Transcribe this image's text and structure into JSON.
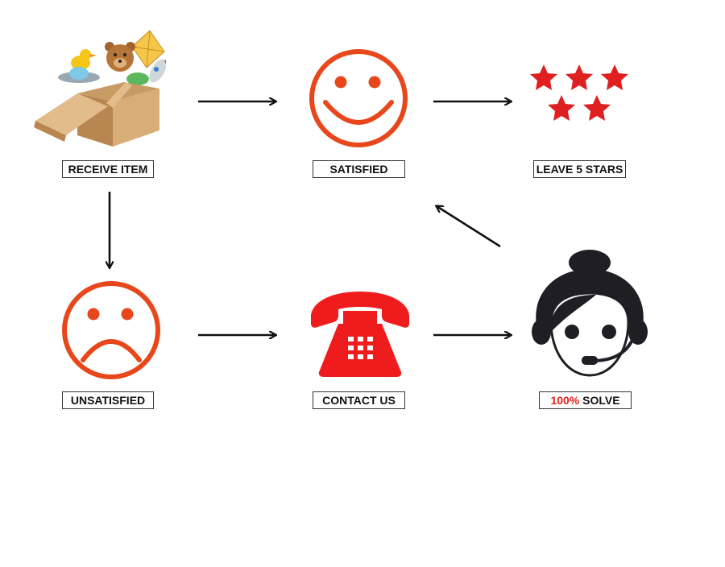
{
  "colors": {
    "accent_red": "#e02020",
    "smiley_orange": "#e8471c",
    "arrow": "#111111",
    "agent_dark": "#1e1e24"
  },
  "nodes": {
    "receive": {
      "label": "RECEIVE ITEM",
      "icon": "gift-box-icon"
    },
    "satisfied": {
      "label": "SATISFIED",
      "icon": "smiley-face-icon"
    },
    "stars": {
      "label": "LEAVE 5 STARS",
      "icon": "five-stars-icon"
    },
    "unsatisfied": {
      "label": "UNSATISFIED",
      "icon": "sad-face-icon"
    },
    "contact": {
      "label": "CONTACT US",
      "icon": "telephone-icon"
    },
    "solve": {
      "label_highlight": "100%",
      "label_rest": " SOLVE",
      "icon": "support-agent-icon"
    }
  }
}
